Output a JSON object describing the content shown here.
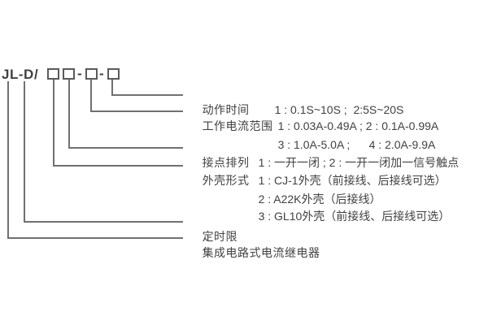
{
  "title": {
    "model_prefix": "JL-D",
    "slash": "/",
    "dash": "-"
  },
  "colors": {
    "text": "#414141",
    "line": "#707070",
    "box_border": "#5a5a5a"
  },
  "callouts": {
    "action_time": {
      "label": "动作时间",
      "value": "1 : 0.1S~10S ;  2:5S~20S"
    },
    "current_range_1": {
      "label": "工作电流范围",
      "value": "1 : 0.03A-0.49A ; 2 : 0.1A-0.99A"
    },
    "current_range_2": {
      "value": "3 : 1.0A-5.0A ;      4 : 2.0A-9.9A"
    },
    "contact_arrangement": {
      "label": "接点排列",
      "value": "1 : 一开一闭 ; 2 : 一开一闭加一信号触点"
    },
    "case_type_1": {
      "label": "外壳形式",
      "value": "1 : CJ-1外壳（前接线、后接线可选）"
    },
    "case_type_2": {
      "value": "2 : A22K外壳（后接线）"
    },
    "case_type_3": {
      "value": "3 : GL10外壳（前接线、后接线可选）"
    },
    "definite_time": {
      "label": "定时限"
    },
    "product_name": {
      "label": "集成电路式电流继电器"
    }
  }
}
